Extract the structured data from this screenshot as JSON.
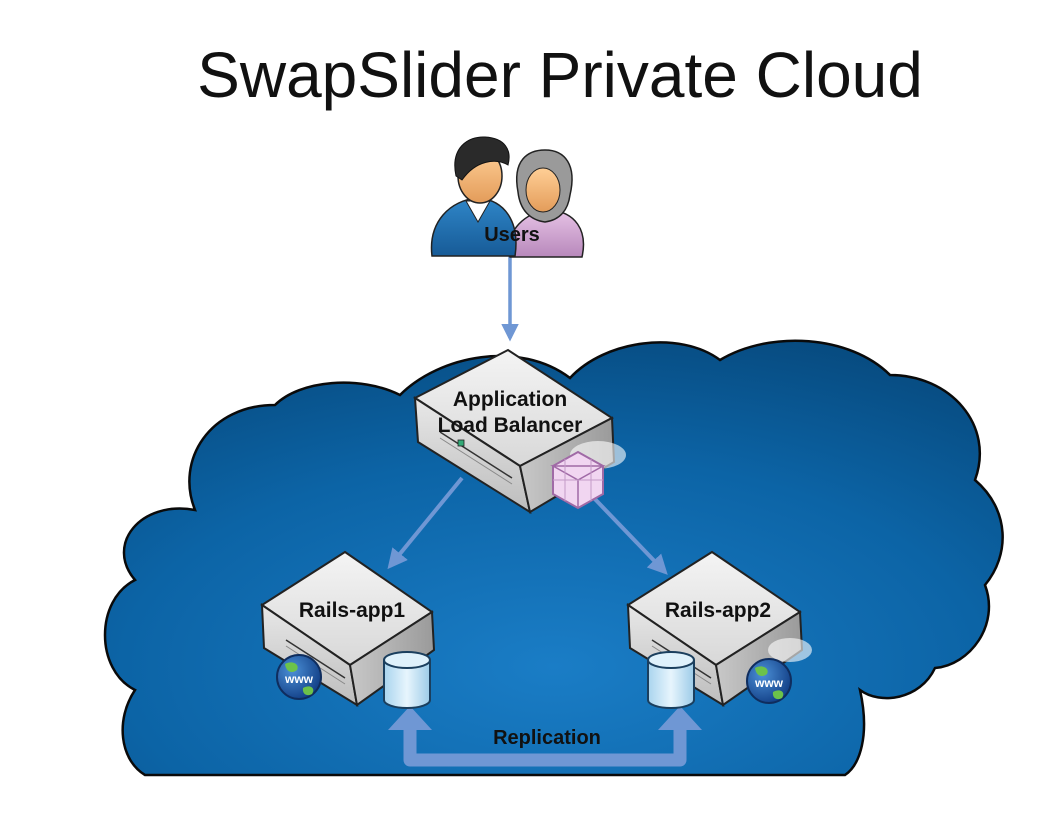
{
  "title": "SwapSlider Private Cloud",
  "nodes": {
    "users": "Users",
    "load_balancer": [
      "Application",
      "Load Balancer"
    ],
    "app1": "Rails-app1",
    "app2": "Rails-app2"
  },
  "edges": {
    "replication": "Replication"
  },
  "icons": {
    "users": "people-icon",
    "load_balancer": "server-icon",
    "balancer_badge": "cubes-icon",
    "app_server": "server-icon",
    "database": "database-icon",
    "web": "globe-www-icon"
  },
  "colors": {
    "cloud": "#0b5d9e",
    "arrow": "#6f97d4",
    "server": "#e4e4e4"
  }
}
